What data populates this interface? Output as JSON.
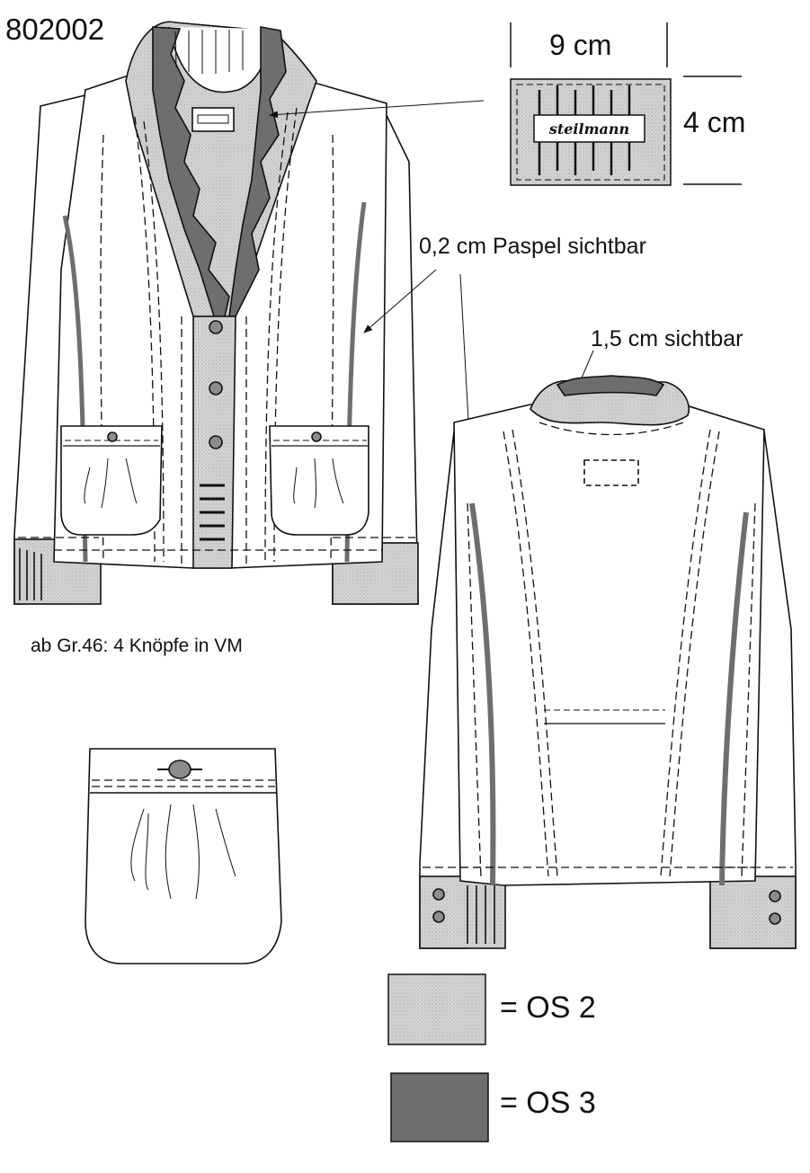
{
  "sheet": {
    "style_number": "802002",
    "label_width": "9 cm",
    "label_height": "4 cm",
    "label_brand": "steilmann",
    "piping_note": "0,2 cm Paspel sichtbar",
    "collar_note": "1,5 cm sichtbar",
    "buttons_note": "ab Gr.46: 4 Knöpfe in VM"
  },
  "legend": {
    "items": [
      {
        "label": "= OS 2",
        "color": "#d2d2d2"
      },
      {
        "label": "= OS 3",
        "color": "#6e6e6e"
      }
    ]
  },
  "colors": {
    "line": "#111111",
    "fabric": "#ffffff",
    "os2": "#d2d2d2",
    "os3": "#6e6e6e",
    "button": "#8c8c8c"
  }
}
